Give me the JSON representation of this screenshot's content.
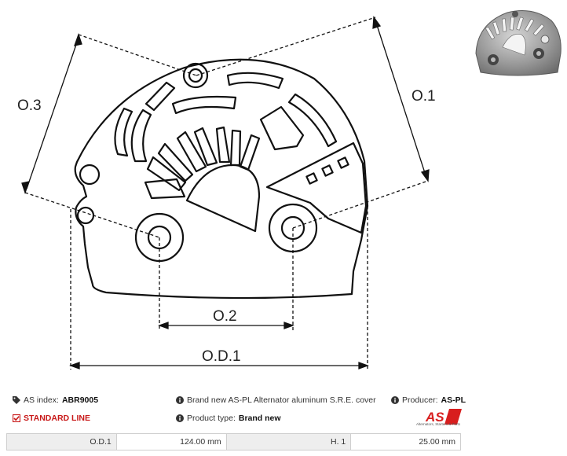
{
  "dimensions": {
    "o1": "O.1",
    "o2": "O.2",
    "o3": "O.3",
    "od1": "O.D.1"
  },
  "product": {
    "as_index_label": "AS index:",
    "as_index_value": "ABR9005",
    "description": "Brand new AS-PL Alternator aluminum S.R.E. cover",
    "producer_label": "Producer:",
    "producer_value": "AS-PL",
    "line": "STANDARD LINE",
    "type_label": "Product type:",
    "type_value": "Brand new"
  },
  "logo": {
    "text": "AS",
    "tagline": "Alternators, Starters & Parts",
    "color": "#d81e1e"
  },
  "specs": [
    {
      "label": "O.D.1",
      "value": "124.00 mm"
    },
    {
      "label": "H. 1",
      "value": "25.00 mm"
    }
  ],
  "icons": {
    "as_index": "tag-icon",
    "description": "info-icon",
    "producer": "info-icon",
    "line": "checkbox-icon",
    "type": "info-icon"
  }
}
